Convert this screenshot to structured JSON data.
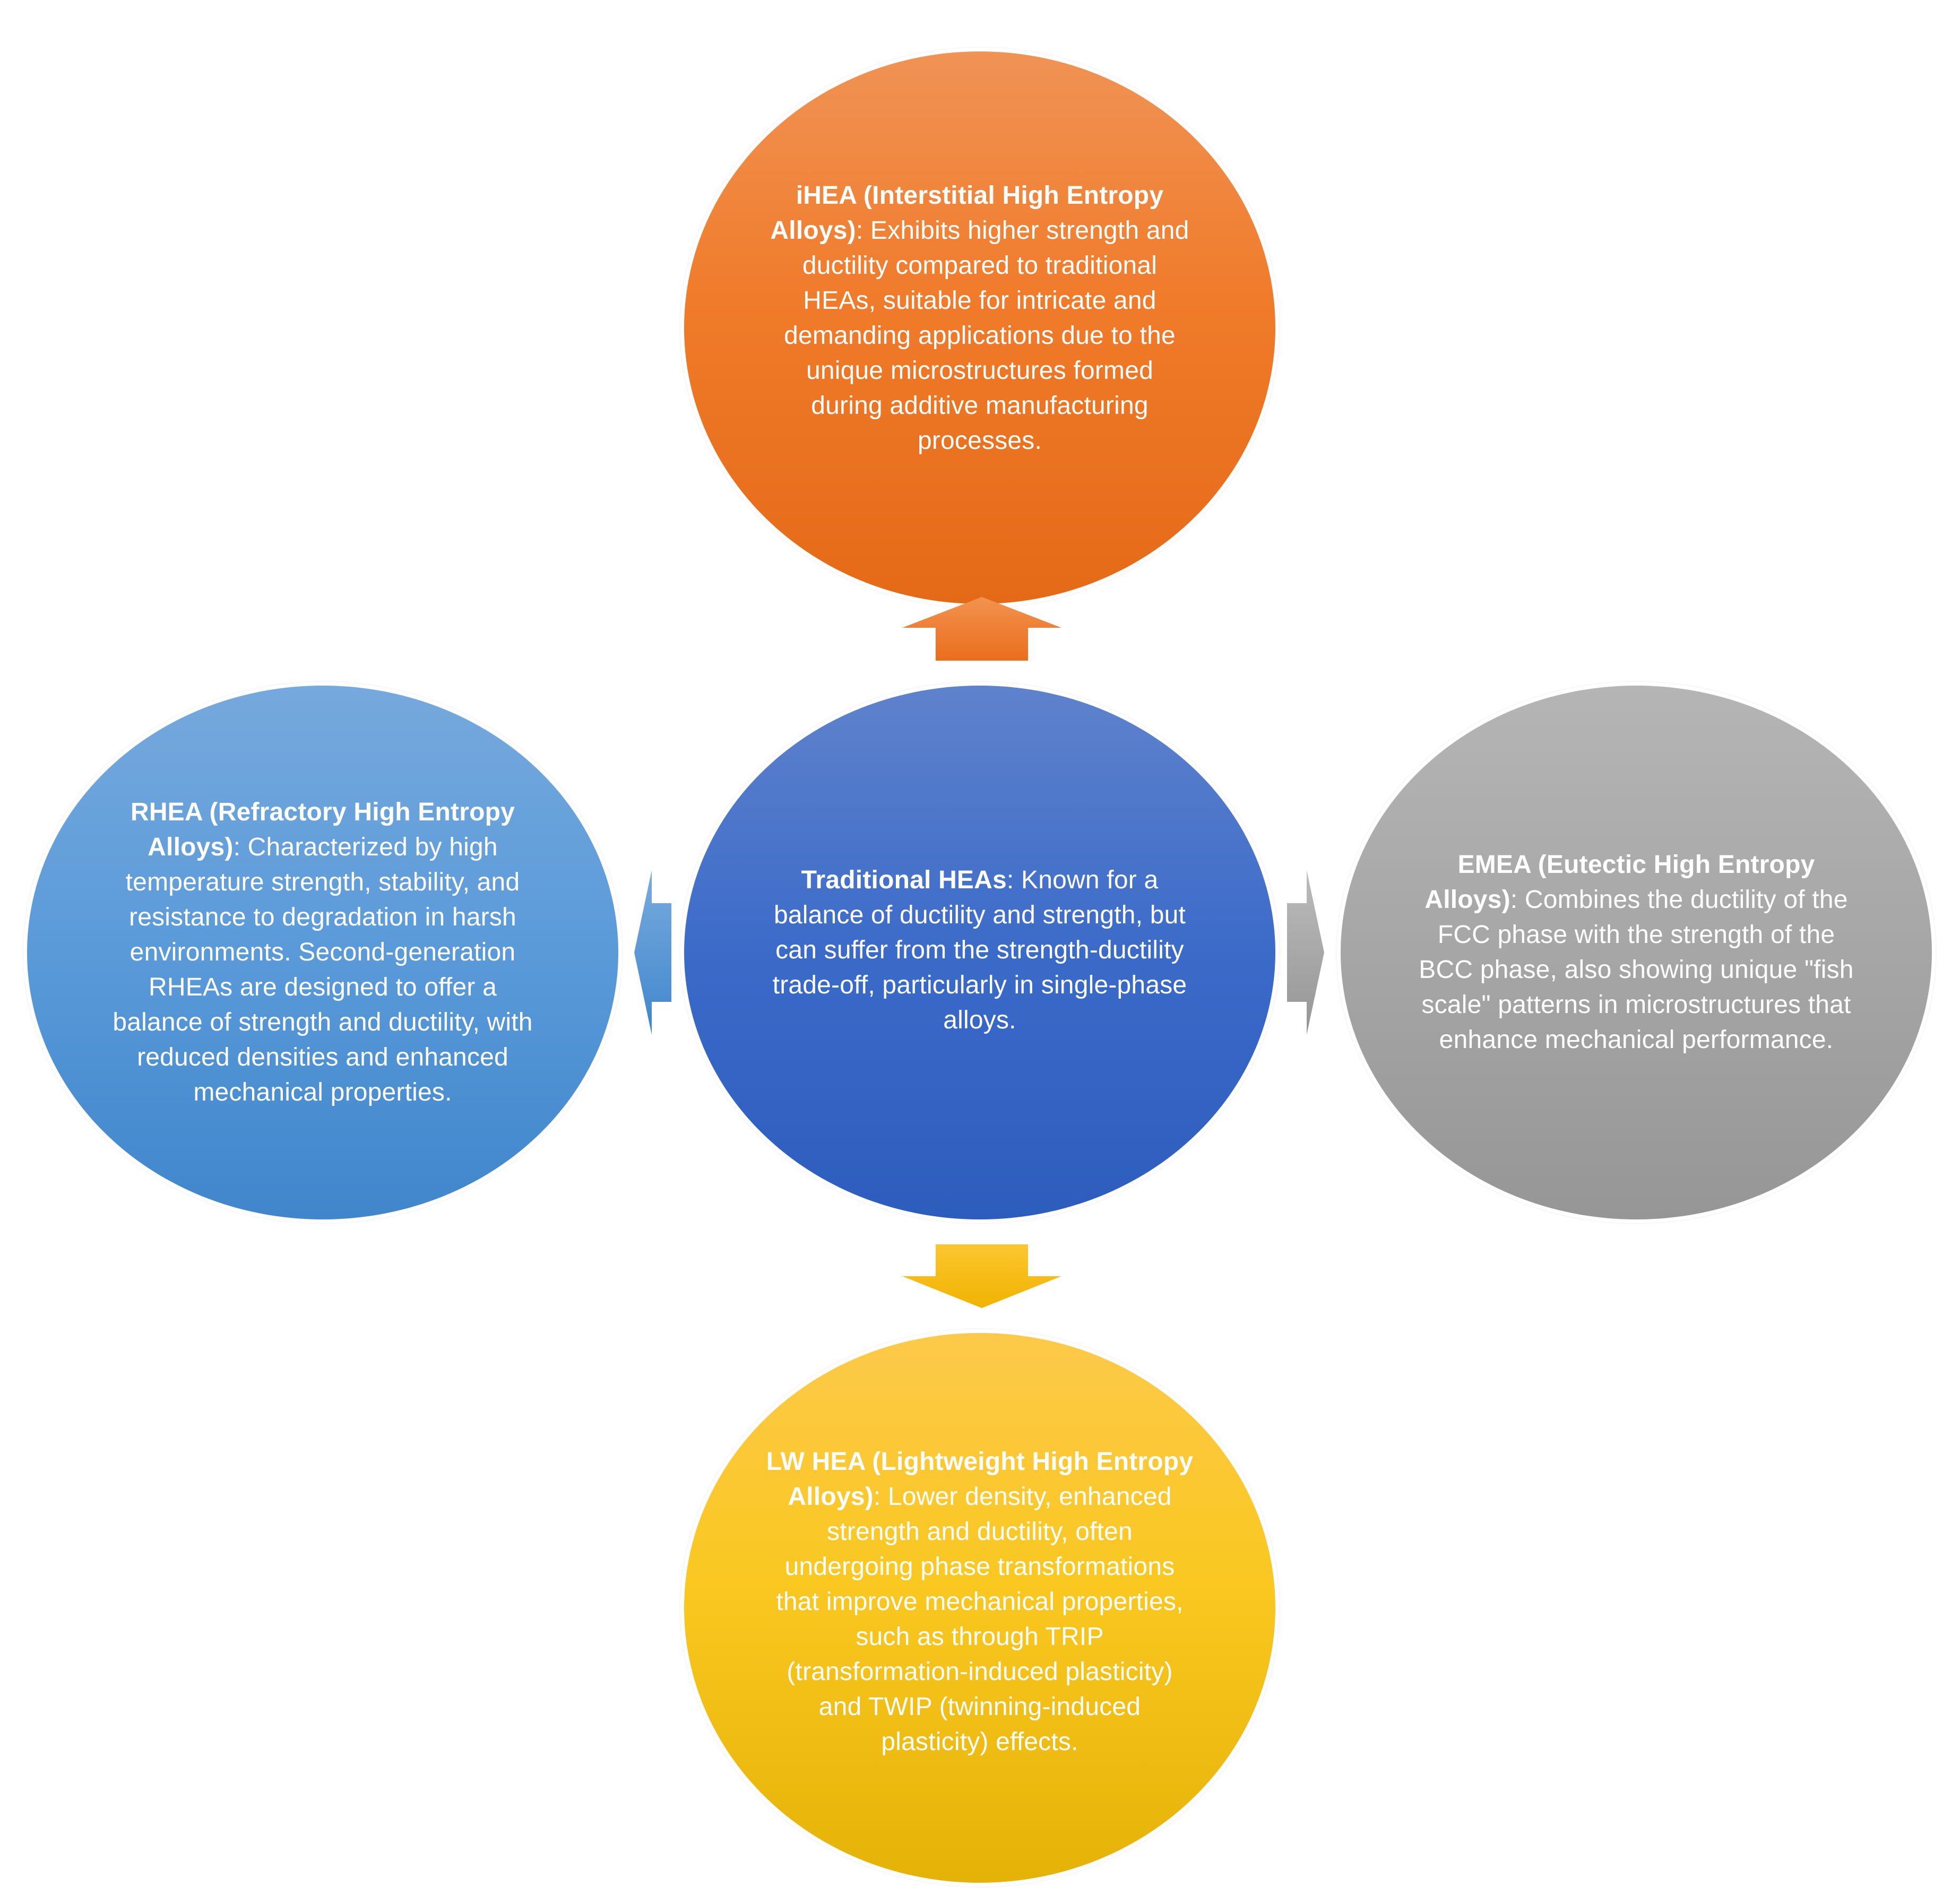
{
  "nodes": {
    "top": {
      "title": "iHEA (Interstitial High Entropy Alloys)",
      "body": ": Exhibits higher strength and ductility compared to traditional HEAs, suitable for intricate and demanding applications due to the unique microstructures formed during additive manufacturing processes."
    },
    "center": {
      "title": "Traditional HEAs",
      "body": ": Known for a balance of ductility and strength, but can suffer from the strength-ductility trade-off, particularly in single-phase alloys."
    },
    "left": {
      "title": "RHEA (Refractory High Entropy Alloys)",
      "body": ": Characterized by high temperature strength, stability, and resistance to degradation in harsh environments. Second-generation RHEAs are designed to offer a balance of strength and ductility, with reduced densities and enhanced mechanical properties."
    },
    "right": {
      "title": "EMEA (Eutectic High Entropy Alloys)",
      "body": ": Combines the ductility of the FCC phase with the strength of the BCC phase, also showing unique \"fish scale\" patterns in microstructures that enhance mechanical performance."
    },
    "bottom": {
      "title": "LW HEA (Lightweight High Entropy Alloys)",
      "body": ": Lower density, enhanced strength and ductility, often undergoing phase transformations that improve mechanical properties, such as through TRIP (transformation-induced plasticity) and TWIP (twinning-induced plasticity) effects."
    }
  },
  "colors": {
    "top": "#f07b2a",
    "center": "#3b6bc9",
    "left": "#5a9ad9",
    "right": "#a6a6a6",
    "bottom": "#fac820",
    "arrow_up": "#f07b2a",
    "arrow_down": "#f5b800",
    "arrow_left": "#5a9ad9",
    "arrow_right": "#a6a6a6"
  }
}
